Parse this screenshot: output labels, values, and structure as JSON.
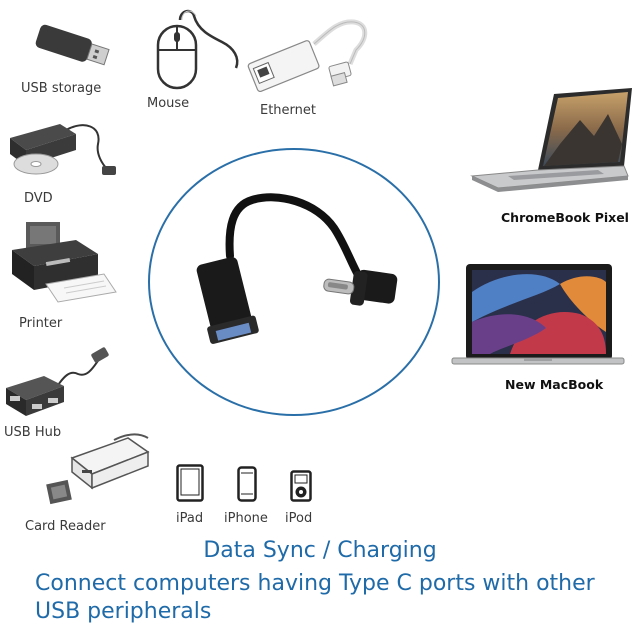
{
  "devices": {
    "usb_storage": "USB storage",
    "mouse": "Mouse",
    "ethernet": "Ethernet",
    "dvd": "DVD",
    "printer": "Printer",
    "usb_hub": "USB Hub",
    "card_reader": "Card Reader",
    "ipad": "iPad",
    "iphone": "iPhone",
    "ipod": "iPod",
    "chromebook": "ChromeBook Pixel",
    "macbook": "New MacBook"
  },
  "caption": {
    "line1": "Data Sync / Charging",
    "line2": "Connect computers having Type C ports with other USB peripherals"
  },
  "colors": {
    "accent": "#1f6aa8",
    "circle": "#2a6fa8"
  }
}
